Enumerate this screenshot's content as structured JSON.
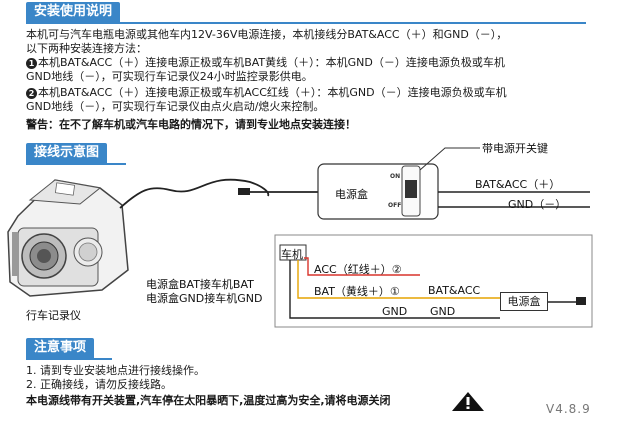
{
  "install": {
    "title": "安装使用说明",
    "intro_line1": "本机可与汽车电瓶电源或其他车内12V-36V电源连接，本机接线分BAT&ACC（＋）和GND（－），",
    "intro_line2": "以下两种安装连接方法：",
    "m1_num": "1",
    "m1_line1": "本机BAT&ACC（＋）连接电源正极或车机BAT黄线（＋）：本机GND（－）连接电源负极或车机",
    "m1_line2": "GND地线（－），可实现行车记录仪24小时监控录影供电。",
    "m2_num": "2",
    "m2_line1": "本机BAT&ACC（＋）连接电源正极或车机ACC红线（＋）：本机GND（－）连接电源负极或车机",
    "m2_line2": "GND地线（－），可实现行车记录仪由点火启动/熄火来控制。",
    "warning": "警告：在不了解车机或汽车电路的情况下，请到专业地点安装连接！"
  },
  "diagram": {
    "title": "接线示意图",
    "switch_key_label": "带电源开关键",
    "power_box": "电源盒",
    "switch_on": "ON",
    "switch_off": "OFF",
    "upper_bat_acc": "BAT&ACC（＋）",
    "upper_gnd": "GND（－）",
    "car_unit": "车机",
    "acc_red": "ACC（红线＋）②",
    "bat_yellow": "BAT（黄线＋）①",
    "gnd_left": "GND",
    "bat_acc_right": "BAT&ACC",
    "gnd_right": "GND",
    "power_box_2": "电源盒",
    "note_line1": "电源盒BAT接车机BAT",
    "note_line2": "电源盒GND接车机GND",
    "dashcam_label": "行车记录仪"
  },
  "notes": {
    "title": "注意事项",
    "item1": "1. 请到专业安装地点进行接线操作。",
    "item2": "2. 正确接线，请勿反接线路。",
    "warning": "本电源线带有开关装置,汽车停在太阳暴晒下,温度过高为安全,请将电源关闭"
  },
  "version": "V4.8.9",
  "colors": {
    "accent": "#3a86c8",
    "wire_red": "#d9342b",
    "wire_yellow": "#e5a400"
  }
}
